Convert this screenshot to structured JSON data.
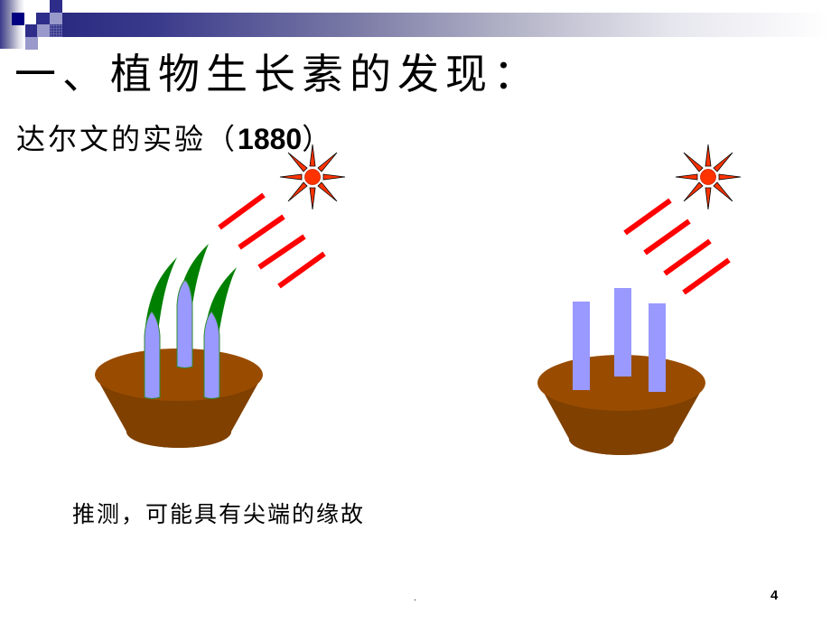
{
  "slide": {
    "title": "一、植物生长素的发现：",
    "subtitle_prefix": "达尔文的实验（",
    "subtitle_year": "1880",
    "subtitle_suffix": "）",
    "caption": "推测，可能具有尖端的缘故",
    "page_number": "4",
    "footer_dot": "."
  },
  "illustration": {
    "left_setup": {
      "description": "seedlings with tips bending toward light",
      "light_source": "sun-icon",
      "plant_count": 3,
      "tips_present": true
    },
    "right_setup": {
      "description": "seedlings with tips removed, growing straight",
      "light_source": "sun-icon",
      "plant_count": 3,
      "tips_present": false
    }
  },
  "colors": {
    "header_bar": "#26267f",
    "sun": "#ff3300",
    "light_ray": "#ff0000",
    "pot_top": "#994c00",
    "pot_body": "#7f4000",
    "stem": "#9999ff",
    "tip": "#008000"
  }
}
